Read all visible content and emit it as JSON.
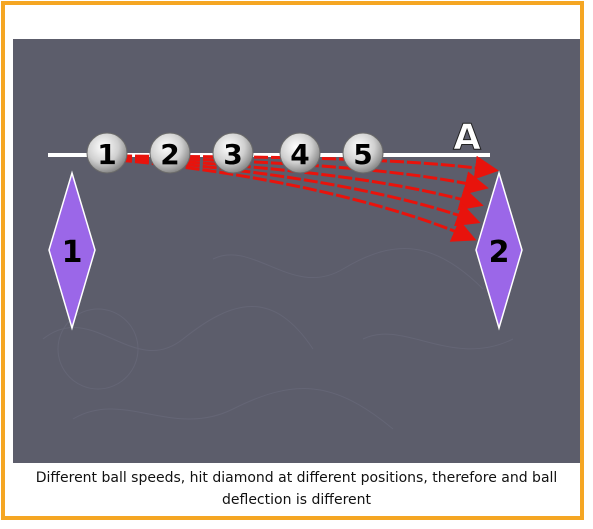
{
  "diagram": {
    "point_label": "A",
    "balls": [
      "1",
      "2",
      "3",
      "4",
      "5"
    ],
    "diamonds": [
      "1",
      "2"
    ],
    "colors": {
      "border": "#f5a623",
      "background": "#5c5d6b",
      "rail": "#ffffff",
      "arrow": "#e8130c",
      "diamond": "#9b67e8",
      "ball": "#d8d8d8"
    }
  },
  "caption": {
    "text": "Different ball speeds, hit diamond at different positions, therefore and ball deflection is different"
  }
}
